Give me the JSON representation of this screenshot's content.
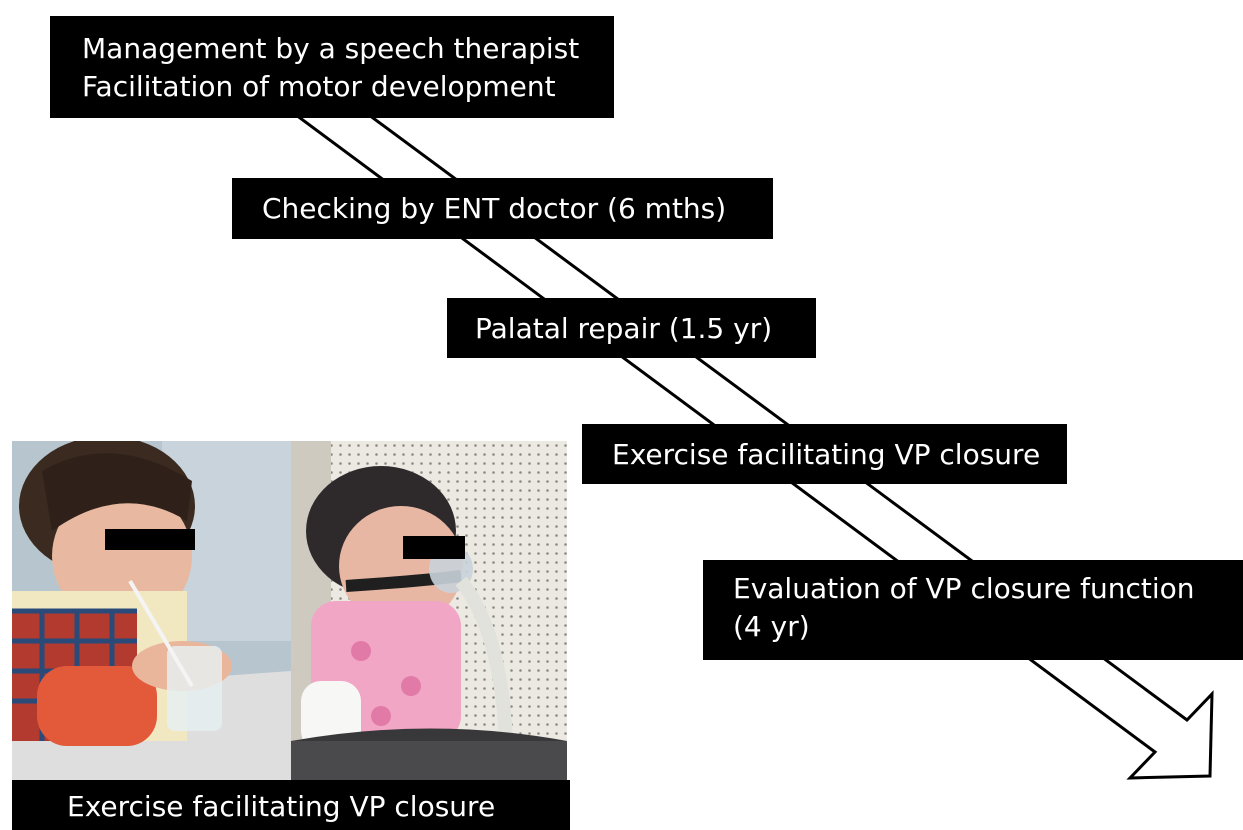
{
  "steps": [
    {
      "lines": [
        "Management by a speech therapist",
        "Facilitation of motor development"
      ]
    },
    {
      "lines": [
        "Checking by ENT doctor (6 mths)"
      ]
    },
    {
      "lines": [
        "Palatal repair  (1.5 yr)"
      ]
    },
    {
      "lines": [
        "Exercise facilitating VP closure"
      ]
    },
    {
      "lines": [
        "Evaluation of VP closure function",
        "(4 yr)"
      ]
    }
  ],
  "photo_caption": "Exercise facilitating VP closure",
  "colors": {
    "box": "#000000",
    "box_text": "#ffffff",
    "arrow_fill": "#ffffff",
    "arrow_stroke": "#000000"
  }
}
